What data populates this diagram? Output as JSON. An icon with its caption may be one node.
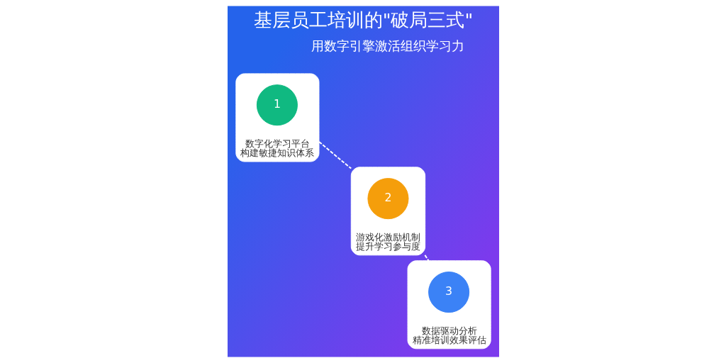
{
  "diagram": {
    "title": "基层员工培训的\"破局三式\"",
    "nodes": [
      {
        "text": [
          "数字化学习平台",
          "构建敏捷知识体系"
        ]
      },
      {
        "text": [
          "1"
        ],
        "in": 0
      },
      {
        "text": [
          "游戏化激励机制",
          "提升学习参与度"
        ]
      },
      {
        "text": [
          "2"
        ],
        "in": 2
      },
      {
        "text": [
          "数据驱动分析",
          "精准培训效果评估"
        ]
      },
      {
        "text": [
          "3"
        ],
        "in": 4
      }
    ],
    "edges": [
      {
        "from": 0,
        "to": 2,
        "arrow": "none",
        "style": "dashed"
      },
      {
        "from": 2,
        "to": 4,
        "arrow": "none",
        "style": "dashed"
      }
    ],
    "labels": [
      "用数字引擎激活组织学习力"
    ]
  }
}
